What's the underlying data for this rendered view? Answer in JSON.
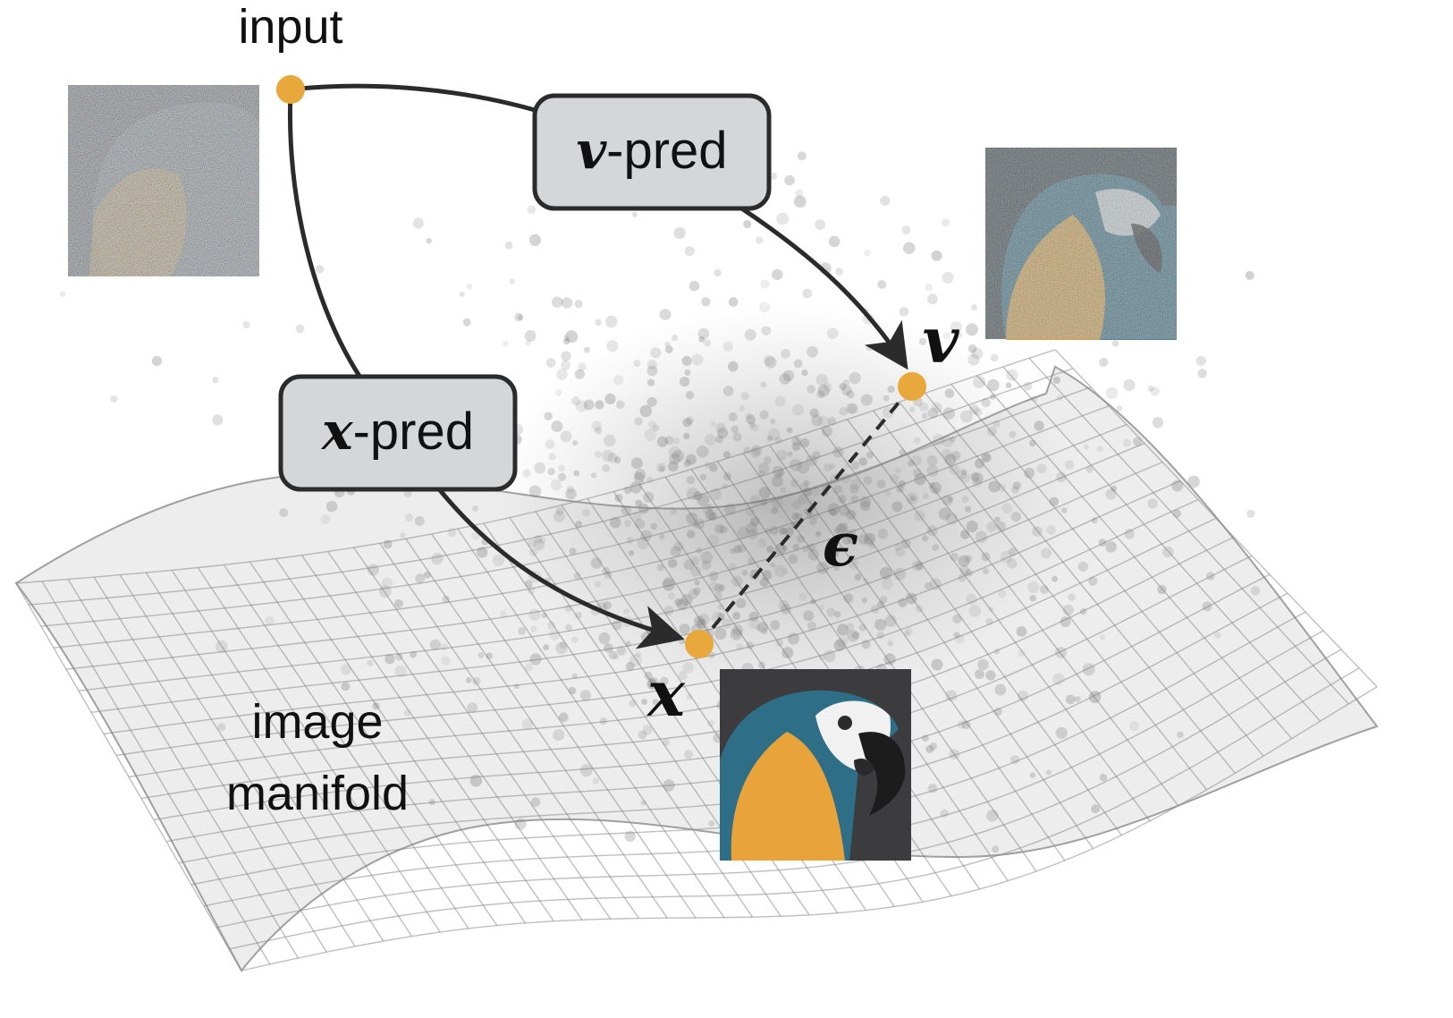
{
  "labels": {
    "input": "input",
    "v_pred_symbol": "v",
    "v_pred_suffix": "-pred",
    "x_pred_symbol": "x",
    "x_pred_suffix": "-pred",
    "v_point": "v",
    "epsilon": "ϵ",
    "x_point": "x",
    "manifold_line1": "image",
    "manifold_line2": "manifold"
  },
  "colors": {
    "point": "#E8A83C",
    "box_fill": "#D5D6D8",
    "box_stroke": "#2B2B2B",
    "arrow": "#2B2B2B",
    "manifold_grid": "#8A8A8A",
    "manifold_fill": "#EDEDED",
    "noise_cloud": "#7A7A7A",
    "parrot_blue": "#2E6E86",
    "parrot_yellow": "#E8A33A"
  },
  "images": {
    "input_image": "noisy-parrot-icon",
    "v_image": "partly-noisy-parrot-icon",
    "x_image": "clean-parrot-icon"
  }
}
